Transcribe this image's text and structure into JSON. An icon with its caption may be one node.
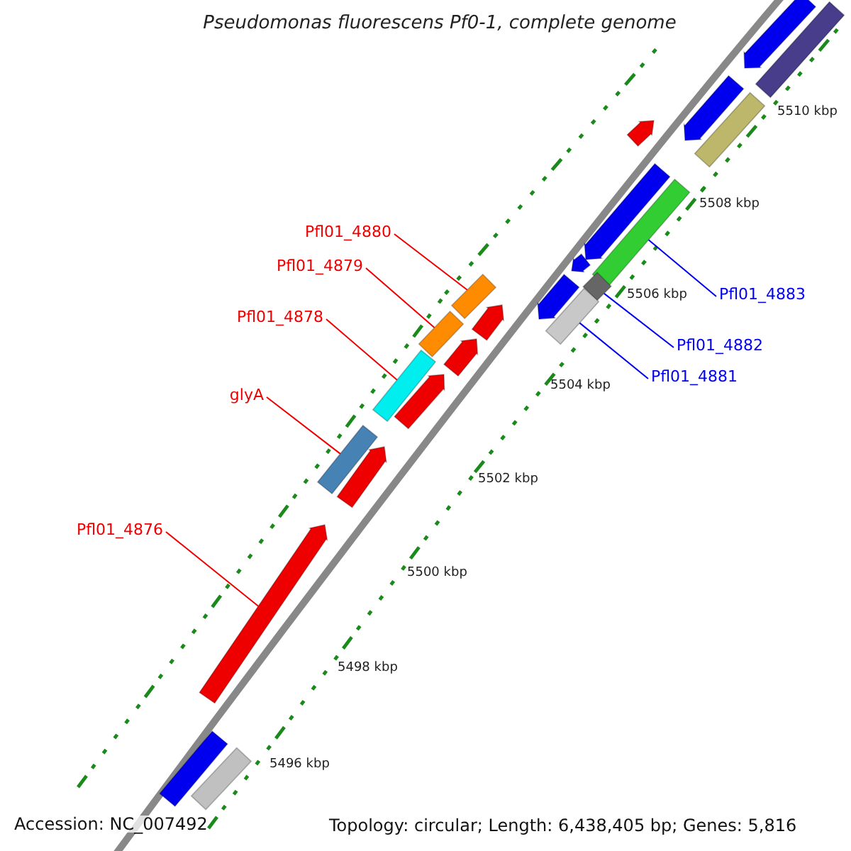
{
  "diagram": {
    "title": "Pseudomonas fluorescens Pf0-1, complete genome",
    "nodes": [
      {
        "text": [
          "Pfl01_4880"
        ]
      },
      {
        "text": [],
        "shape": "bar"
      },
      {
        "text": [
          "Pfl01_4879"
        ]
      },
      {
        "text": [],
        "shape": "bar"
      },
      {
        "text": [
          "Pfl01_4878"
        ]
      },
      {
        "text": [],
        "shape": "bar"
      },
      {
        "text": [
          "glyA"
        ]
      },
      {
        "text": [],
        "shape": "bar"
      },
      {
        "text": [
          "Pfl01_4876"
        ]
      },
      {
        "text": [],
        "shape": "bar"
      },
      {
        "text": [
          "Pfl01_4883"
        ]
      },
      {
        "text": [],
        "shape": "bar"
      },
      {
        "text": [
          "Pfl01_4882"
        ]
      },
      {
        "text": [],
        "shape": "bar"
      },
      {
        "text": [
          "Pfl01_4881"
        ]
      },
      {
        "text": [],
        "shape": "bar"
      },
      {
        "text": [],
        "shape": "bar"
      },
      {
        "text": [],
        "shape": "bar"
      },
      {
        "text": [],
        "shape": "bar"
      },
      {
        "text": [],
        "shape": "bar"
      },
      {
        "text": [],
        "shape": "bar"
      },
      {
        "text": [],
        "shape": "bar"
      },
      {
        "text": [],
        "shape": "bar"
      },
      {
        "text": [],
        "shape": "bar"
      },
      {
        "text": [],
        "shape": "bar"
      },
      {
        "text": [],
        "shape": "bar"
      },
      {
        "text": [],
        "shape": "bar"
      },
      {
        "text": [],
        "shape": "bar"
      },
      {
        "text": [],
        "shape": "bar"
      },
      {
        "text": [],
        "shape": "bar"
      }
    ],
    "edges": [
      {
        "from": 0,
        "to": 1,
        "arrow": "none"
      },
      {
        "from": 2,
        "to": 3,
        "arrow": "none"
      },
      {
        "from": 4,
        "to": 5,
        "arrow": "none"
      },
      {
        "from": 6,
        "to": 7,
        "arrow": "none"
      },
      {
        "from": 8,
        "to": 9,
        "arrow": "none"
      },
      {
        "from": 10,
        "to": 11,
        "arrow": "none",
        "color": "#0000ee"
      },
      {
        "from": 12,
        "to": 13,
        "arrow": "none",
        "color": "#0000ee"
      },
      {
        "from": 14,
        "to": 15,
        "arrow": "none",
        "color": "#0000ee"
      }
    ],
    "labels": [
      "5510 kbp",
      "5508 kbp",
      "5506 kbp",
      "5504 kbp",
      "5502 kbp",
      "5500 kbp",
      "5498 kbp",
      "5496 kbp",
      "Accession: NC_007492",
      "Topology: circular; Length: 6,438,405 bp; Genes: 5,816"
    ]
  }
}
